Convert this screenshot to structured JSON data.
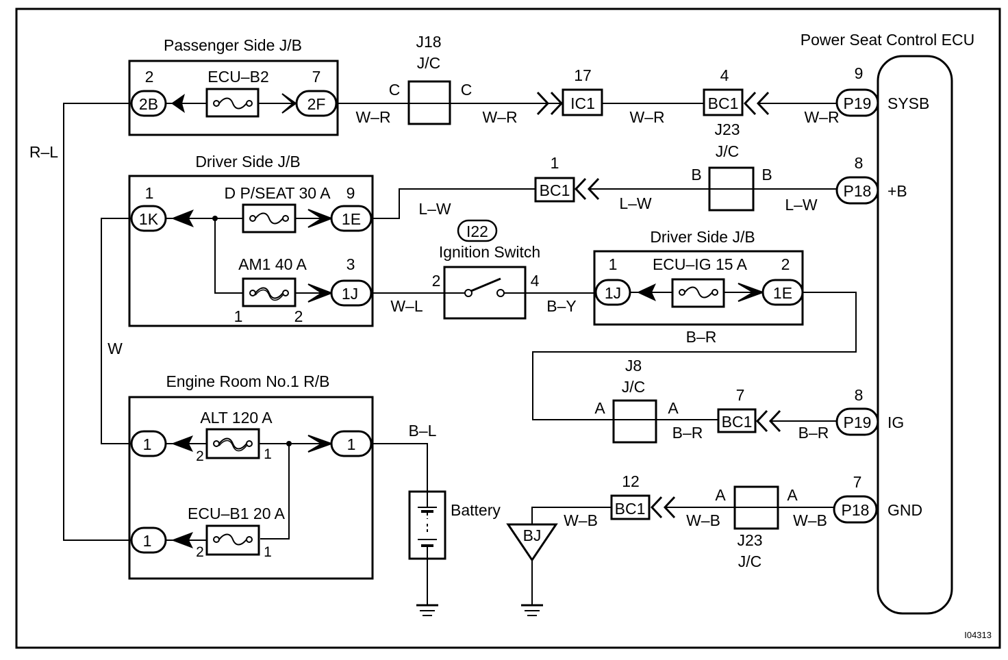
{
  "diagram": {
    "title": "Power Seat Control ECU Wiring Diagram",
    "figure_id": "I04313",
    "ecu": {
      "label": "Power Seat Control ECU",
      "terminals": [
        {
          "pin": "9",
          "connector": "P19",
          "name": "SYSB"
        },
        {
          "pin": "8",
          "connector": "P18",
          "name": "+B"
        },
        {
          "pin": "8",
          "connector": "P19",
          "name": "IG"
        },
        {
          "pin": "7",
          "connector": "P18",
          "name": "GND"
        }
      ]
    },
    "passenger_jb": {
      "label": "Passenger Side J/B",
      "fuse": "ECU–B2",
      "left_pin": "2",
      "left_conn": "2B",
      "right_pin": "7",
      "right_conn": "2F"
    },
    "driver_jb_top": {
      "label": "Driver Side J/B",
      "fuse1": "D P/SEAT 30 A",
      "fuse2": "AM1 40 A",
      "pin_1k": "1",
      "conn_1k": "1K",
      "pin_1e": "9",
      "conn_1e": "1E",
      "pin_1j": "3",
      "conn_1j": "1J",
      "am1_pin_left": "1",
      "am1_pin_right": "2"
    },
    "driver_jb_mid": {
      "label": "Driver Side J/B",
      "fuse": "ECU–IG 15 A",
      "left_pin": "1",
      "left_conn": "1J",
      "right_pin": "2",
      "right_conn": "1E"
    },
    "engine_rb": {
      "label": "Engine Room No.1 R/B",
      "fuse1": "ALT 120 A",
      "fuse2": "ECU–B1 20 A",
      "conn_alt_left": "1",
      "conn_alt_right": "1",
      "conn_ecub1": "1",
      "alt_pin_left": "2",
      "alt_pin_right": "1",
      "ecub1_pin_left": "2",
      "ecub1_pin_right": "1"
    },
    "ignition": {
      "connector": "I22",
      "label": "Ignition Switch",
      "pin_in": "2",
      "pin_out": "4"
    },
    "junctions": {
      "j18": {
        "id": "J18",
        "type": "J/C",
        "left": "C",
        "right": "C"
      },
      "j23_top": {
        "id": "J23",
        "type": "J/C",
        "left": "B",
        "right": "B"
      },
      "j8": {
        "id": "J8",
        "type": "J/C",
        "left": "A",
        "right": "A"
      },
      "j23_bottom": {
        "id": "J23",
        "type": "J/C",
        "left": "A",
        "right": "A"
      }
    },
    "connectors": {
      "ic1": {
        "pin": "17",
        "name": "IC1"
      },
      "bc1_sysb": {
        "pin": "4",
        "name": "BC1"
      },
      "bc1_b": {
        "pin": "1",
        "name": "BC1"
      },
      "bc1_ig": {
        "pin": "7",
        "name": "BC1"
      },
      "bc1_gnd": {
        "pin": "12",
        "name": "BC1"
      }
    },
    "battery_label": "Battery",
    "ground_point": "BJ",
    "wires": {
      "rl": "R–L",
      "w": "W",
      "wr1": "W–R",
      "wr2": "W–R",
      "wr3": "W–R",
      "wr4": "W–R",
      "lw1": "L–W",
      "lw2": "L–W",
      "lw3": "L–W",
      "wl": "W–L",
      "by": "B–Y",
      "br1": "B–R",
      "br2": "B–R",
      "br3": "B–R",
      "bl": "B–L",
      "wb1": "W–B",
      "wb2": "W–B",
      "wb3": "W–B"
    }
  }
}
